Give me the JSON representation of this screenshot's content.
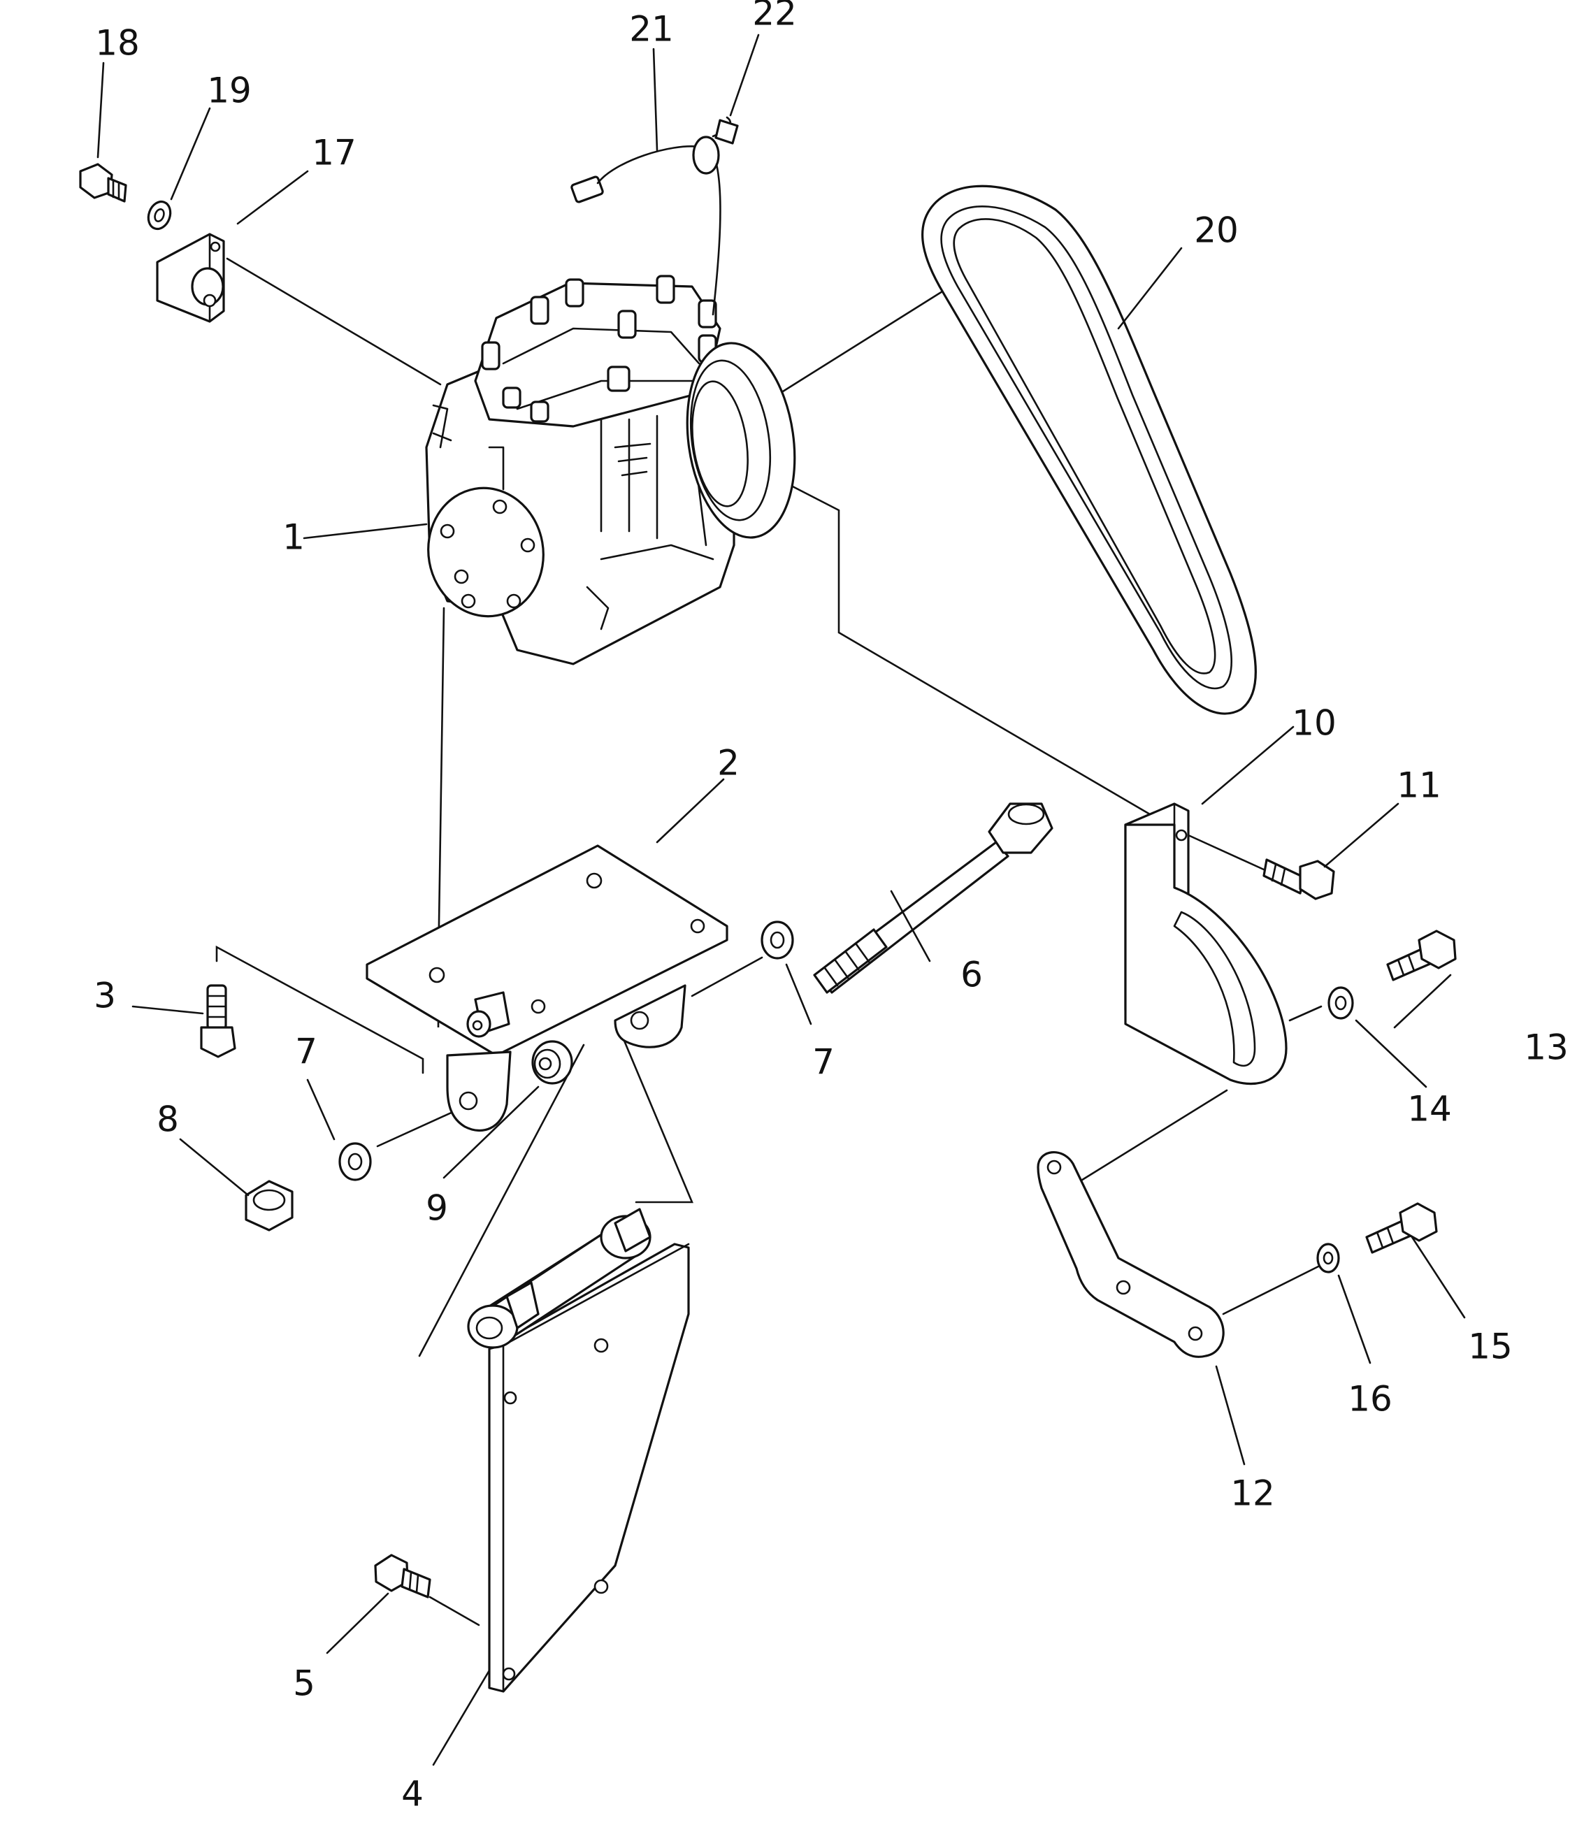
{
  "callouts": {
    "c1": "1",
    "c2": "2",
    "c3": "3",
    "c4": "4",
    "c5": "5",
    "c6": "6",
    "c7a": "7",
    "c7b": "7",
    "c8": "8",
    "c9": "9",
    "c10": "10",
    "c11": "11",
    "c12": "12",
    "c13": "13",
    "c14": "14",
    "c15": "15",
    "c16": "16",
    "c17": "17",
    "c18": "18",
    "c19": "19",
    "c20": "20",
    "c21": "21",
    "c22": "22"
  },
  "icons": {
    "compressor": "compressor-icon",
    "belt": "v-belt-icon",
    "bolt": "bolt-icon",
    "washer": "washer-icon",
    "nut": "nut-icon",
    "bracket": "bracket-icon",
    "plate": "plate-icon",
    "wire": "wire-harness-icon"
  },
  "colors": {
    "line": "#111111",
    "background": "#ffffff"
  }
}
